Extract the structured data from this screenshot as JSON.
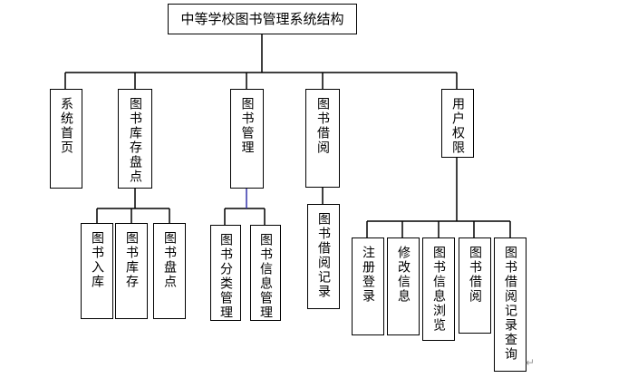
{
  "diagram": {
    "root": "中等学校图书管理系统结构",
    "modules": [
      {
        "label": "系统首页",
        "children": []
      },
      {
        "label": "图书库存盘点",
        "children": [
          "图书入库",
          "图书库存",
          "图书盘点"
        ]
      },
      {
        "label": "图书管理",
        "children": [
          "图书分类管理",
          "图书信息管理"
        ]
      },
      {
        "label": "图书借阅",
        "children": [
          "图书借阅记录"
        ]
      },
      {
        "label": "用户权限",
        "children": [
          "注册登录",
          "修改信息",
          "图书信息浏览",
          "图书借阅",
          "图书借阅记录查询"
        ]
      }
    ],
    "colors": {
      "line": "#000000",
      "accent_line": "#3333aa"
    }
  }
}
